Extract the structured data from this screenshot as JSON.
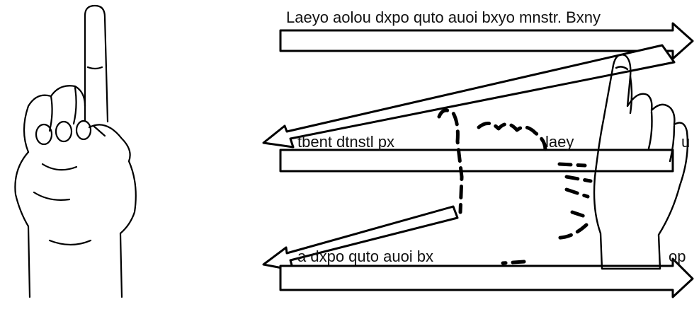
{
  "diagram": {
    "text_lines": [
      "Laeyo aolou dxpo quto auoi bxyo mnstr. Bxny",
      "tbent dtnstl px",
      "laey",
      "u",
      "a dxpo quto auoi bx",
      "op"
    ],
    "colors": {
      "ink": "#000000",
      "background": "#ffffff"
    },
    "icons": [
      "raised-index-finger-hand-icon",
      "swiping-hand-icon",
      "dashed-hand-outline-icon"
    ]
  }
}
